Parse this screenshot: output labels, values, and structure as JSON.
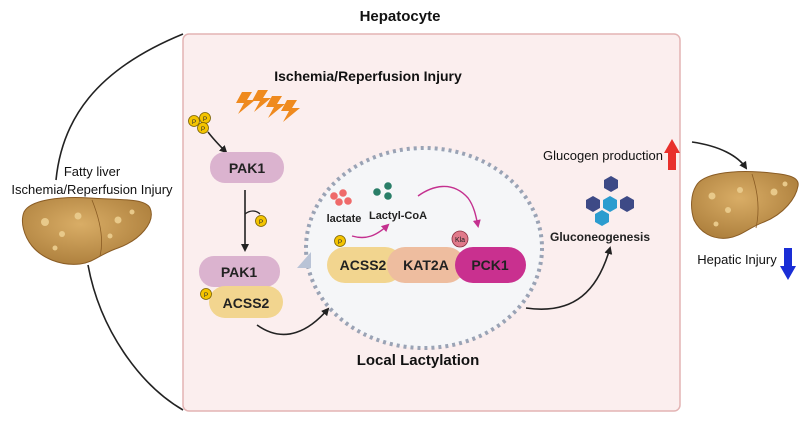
{
  "title": "Hepatocyte",
  "left_labels": {
    "line1": "Fatty liver",
    "line2": "Ischemia/Reperfusion Injury"
  },
  "injury_title": "Ischemia/Reperfusion Injury",
  "phospho_symbol": "P",
  "proteins": {
    "pak1_top": "PAK1",
    "pak1_bottom": "PAK1",
    "acss2_left": "ACSS2",
    "acss2": "ACSS2",
    "kat2a": "KAT2A",
    "pck1": "PCK1"
  },
  "kla_label": "Kla",
  "metabolites": {
    "lactate": "lactate",
    "lactyl_coa": "Lactyl-CoA"
  },
  "gluconeogenesis": "Gluconeogenesis",
  "glucogen_production": "Glucogen production",
  "hepatic_injury": "Hepatic Injury",
  "local_lactylation": "Local Lactylation",
  "colors": {
    "cell_fill": "#fbeeee",
    "cell_border": "#e3b4b4",
    "pak1": "#dbb3cf",
    "acss2": "#f2d58f",
    "kat2a": "#eebd9f",
    "pck1": "#c9308f",
    "phospho": "#f4c400",
    "lightning": "#ef8a1e",
    "up_arrow": "#e8302c",
    "down_arrow": "#1a2ed6",
    "liver": "#b8894a",
    "nucleus_dash": "#9aa3b5",
    "hex_dark": "#3d4a86",
    "hex_light": "#2b9ccf"
  }
}
